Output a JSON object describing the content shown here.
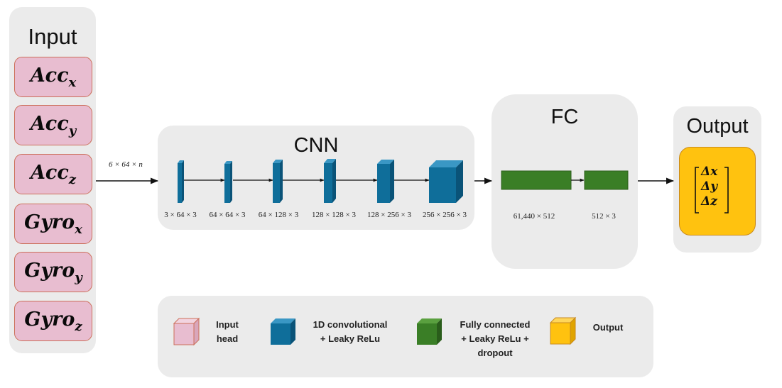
{
  "input_panel": {
    "title": "Input",
    "items": [
      {
        "base": "Acc",
        "sub": "x"
      },
      {
        "base": "Acc",
        "sub": "y"
      },
      {
        "base": "Acc",
        "sub": "z"
      },
      {
        "base": "Gyro",
        "sub": "x"
      },
      {
        "base": "Gyro",
        "sub": "y"
      },
      {
        "base": "Gyro",
        "sub": "z"
      }
    ]
  },
  "input_shape": "6 × 64 × n",
  "cnn_panel": {
    "title": "CNN",
    "layers": [
      {
        "label": "3 × 64 × 3"
      },
      {
        "label": "64 × 64 × 3"
      },
      {
        "label": "64 × 128 × 3"
      },
      {
        "label": "128 × 128 × 3"
      },
      {
        "label": "128 × 256 × 3"
      },
      {
        "label": "256 × 256 × 3"
      }
    ]
  },
  "fc_panel": {
    "title": "FC",
    "layers": [
      {
        "label": "61,440 × 512"
      },
      {
        "label": "512 × 3"
      }
    ]
  },
  "output_panel": {
    "title": "Output",
    "vector": [
      "Δx",
      "Δy",
      "Δz"
    ]
  },
  "legend": {
    "items": [
      {
        "label": "Input\nhead",
        "color": "#e8bdd0"
      },
      {
        "label": "1D convolutional\n+ Leaky ReLu",
        "color": "#1272a0"
      },
      {
        "label": "Fully connected\n+ Leaky ReLu +\ndropout",
        "color": "#3a7e26"
      },
      {
        "label": "Output",
        "color": "#ffc20f"
      }
    ]
  },
  "colors": {
    "panel_bg": "#ebebeb",
    "input_fill": "#e8bdd0",
    "input_border": "#cc6f5a",
    "conv_blue": "#1272a0",
    "fc_green": "#3a7e26",
    "output_yellow": "#ffc20f"
  }
}
